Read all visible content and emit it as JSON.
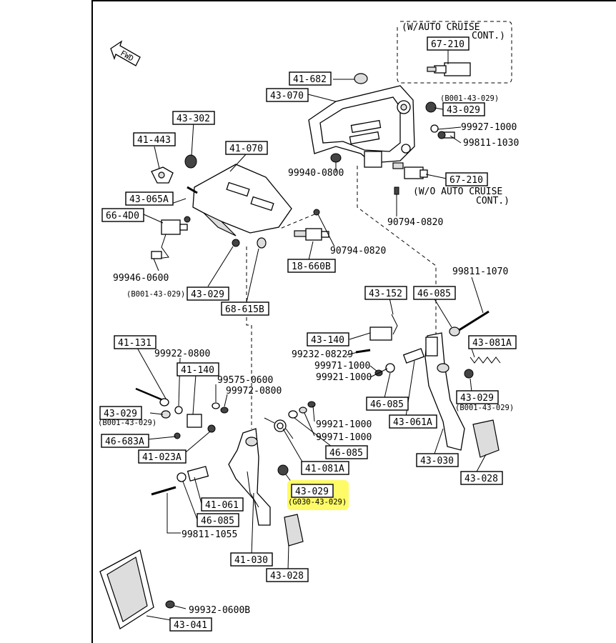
{
  "highlight_color": "#fffb66",
  "notes": {
    "fwd": "FWD",
    "w_auto_cruise": "(W/AUTO CRUISE CONT.)",
    "wo_auto_cruise": "(W/O AUTO CRUISE CONT.)"
  },
  "boxed_labels": [
    "67-210",
    "41-682",
    "43-070",
    "43-029",
    "67-210",
    "43-302",
    "41-443",
    "41-070",
    "43-065A",
    "66-4D0",
    "18-660B",
    "43-029",
    "68-615B",
    "43-152",
    "46-085",
    "43-140",
    "43-081A",
    "46-085",
    "43-029",
    "43-061A",
    "41-131",
    "41-140",
    "43-029",
    "46-683A",
    "41-023A",
    "46-085",
    "41-081A",
    "43-030",
    "43-028",
    "43-029",
    "41-061",
    "46-085",
    "41-030",
    "43-028",
    "43-041"
  ],
  "plain_labels": [
    "(B001-43-029)",
    "99927-1000",
    "99811-1030",
    "99940-0800",
    "90794-0820",
    "90794-0820",
    "99946-0600",
    "(B001-43-029)",
    "99811-1070",
    "99232-08229",
    "99971-1000",
    "99921-1000",
    "(B001-43-029)",
    "99922-0800",
    "99575-0600",
    "99972-0800",
    "(B001-43-029)",
    "99921-1000",
    "99971-1000",
    "(G030-43-029)",
    "99811-1055",
    "99932-0600B"
  ]
}
